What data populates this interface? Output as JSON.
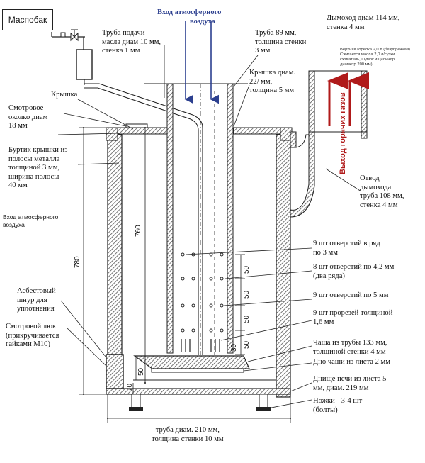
{
  "labels": {
    "title": "Маспобак",
    "air_inlet_top": "Вход атмосферного",
    "air_inlet_top2": "воздуха",
    "oil_pipe": "Труба подачи\nмасла диам 10 мм,\nстенка 1 мм",
    "pipe89": "Труба 89 мм,\nтолщина стенки\n3 мм",
    "chimney": "Дымоход диам 114 мм,\nстенка 4 мм",
    "tiny_note": "Верхняя горелка 2,0 л (безупречная)\nСжигается масла 2,0 л/сутки\nсжигатель, шумок и цилиндр\nдиаметр 200 мм)",
    "lid_diam": "Крышка диам.\n22/ мм,\nтолщина 5 мм",
    "lid": "Крышка",
    "view_window": "Смотровое\nоколко диам\n18 мм",
    "lid_rim": "Буртик крышки из\nполосы металла\nтолщиной 3 мм,\nширина полосы\n40 мм",
    "air_inlet_side": "Вход атмосферного\nвоздуха",
    "flue_outlet": "Отвод\nдымохода\nтруба 108 мм,\nстенка 4 мм",
    "hot_gases": "Выход горячих газов",
    "holes_3mm": "9 шт отверстий в ряд\nпо 3 мм",
    "holes_42mm": "8 шт отверстий по 4,2 мм\n(два ряда)",
    "holes_5mm": "9 шт отверстий по 5 мм",
    "slots": "9 шт прорезей толщиной\n1,6 мм",
    "asbestos": "Асбестовый\nшнур для\nуплотнения",
    "hatch": "Смотровой люк\n(прикручивается\nгайками М10)",
    "cup": "Чаша из трубы 133 мм,\nтолщиной стенки 4 мм",
    "cup_bottom": "Дно чаши из листа 2 мм",
    "furnace_bottom": "Днище печи из листа 5\nмм, диам. 219 мм",
    "legs": "Ножки - 3-4 шт\n(болты)",
    "body_pipe": "труба диам. 210 мм,\nтолщина стенки 10 мм"
  },
  "dimensions": {
    "d780": "780",
    "d760": "760",
    "d50a": "50",
    "d50b": "50",
    "d50c": "50",
    "d30": "30",
    "d50d": "50",
    "d50e": "50",
    "d70": "70"
  },
  "colors": {
    "line": "#222222",
    "hatch": "#555555",
    "arrow_blue": "#2c3f8f",
    "arrow_red": "#b01a1a"
  }
}
